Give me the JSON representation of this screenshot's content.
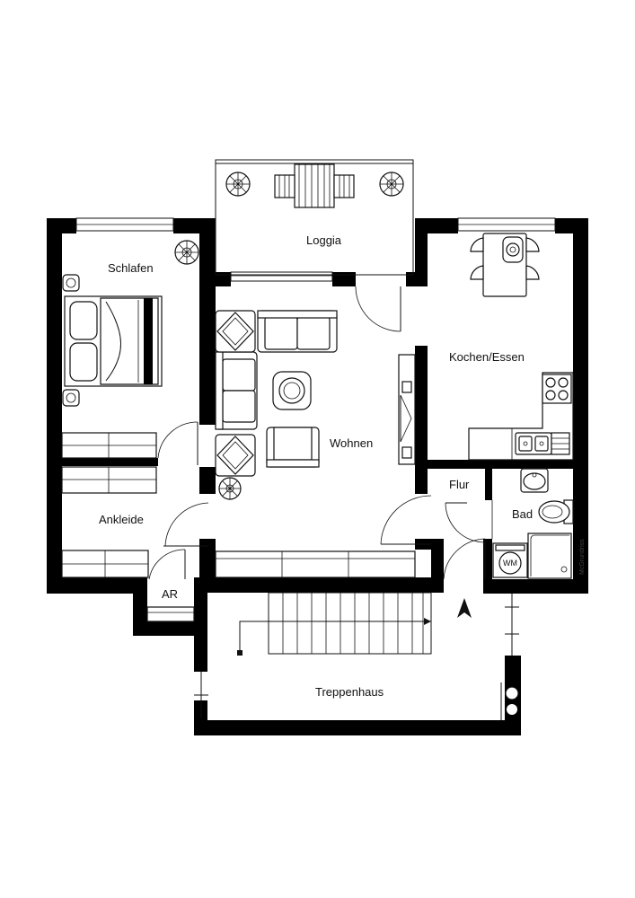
{
  "rooms": {
    "loggia": "Loggia",
    "schlafen": "Schlafen",
    "kochen_essen": "Kochen/Essen",
    "wohnen": "Wohnen",
    "flur": "Flur",
    "bad": "Bad",
    "ankleide": "Ankleide",
    "ar": "AR",
    "treppenhaus": "Treppenhaus"
  },
  "fixtures": {
    "washing_machine": "WM"
  },
  "credit": "McGrundriss",
  "icons": [
    "north-arrow-icon",
    "plant-icon",
    "bed-icon",
    "sofa-icon",
    "armchair-icon",
    "table-icon",
    "cooktop-icon",
    "sink-icon",
    "toilet-icon",
    "shower-icon",
    "washing-machine-icon",
    "staircase-icon",
    "chimney-icon"
  ],
  "colors": {
    "wall": "#000000",
    "background": "#ffffff",
    "line": "#111111"
  }
}
